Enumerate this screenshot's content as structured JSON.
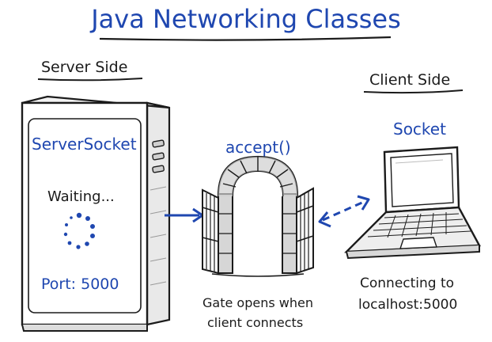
{
  "title": "Java Networking Classes",
  "server": {
    "section_label": "Server Side",
    "class_name": "ServerSocket",
    "status": "Waiting...",
    "port": "Port: 5000"
  },
  "gate": {
    "method": "accept()",
    "caption_line1": "Gate opens when",
    "caption_line2": "client connects"
  },
  "client": {
    "section_label": "Client Side",
    "class_name": "Socket",
    "caption_line1": "Connecting to",
    "caption_line2": "localhost:5000"
  },
  "colors": {
    "accent_blue": "#1f47b0",
    "ink": "#1b1b1b"
  }
}
